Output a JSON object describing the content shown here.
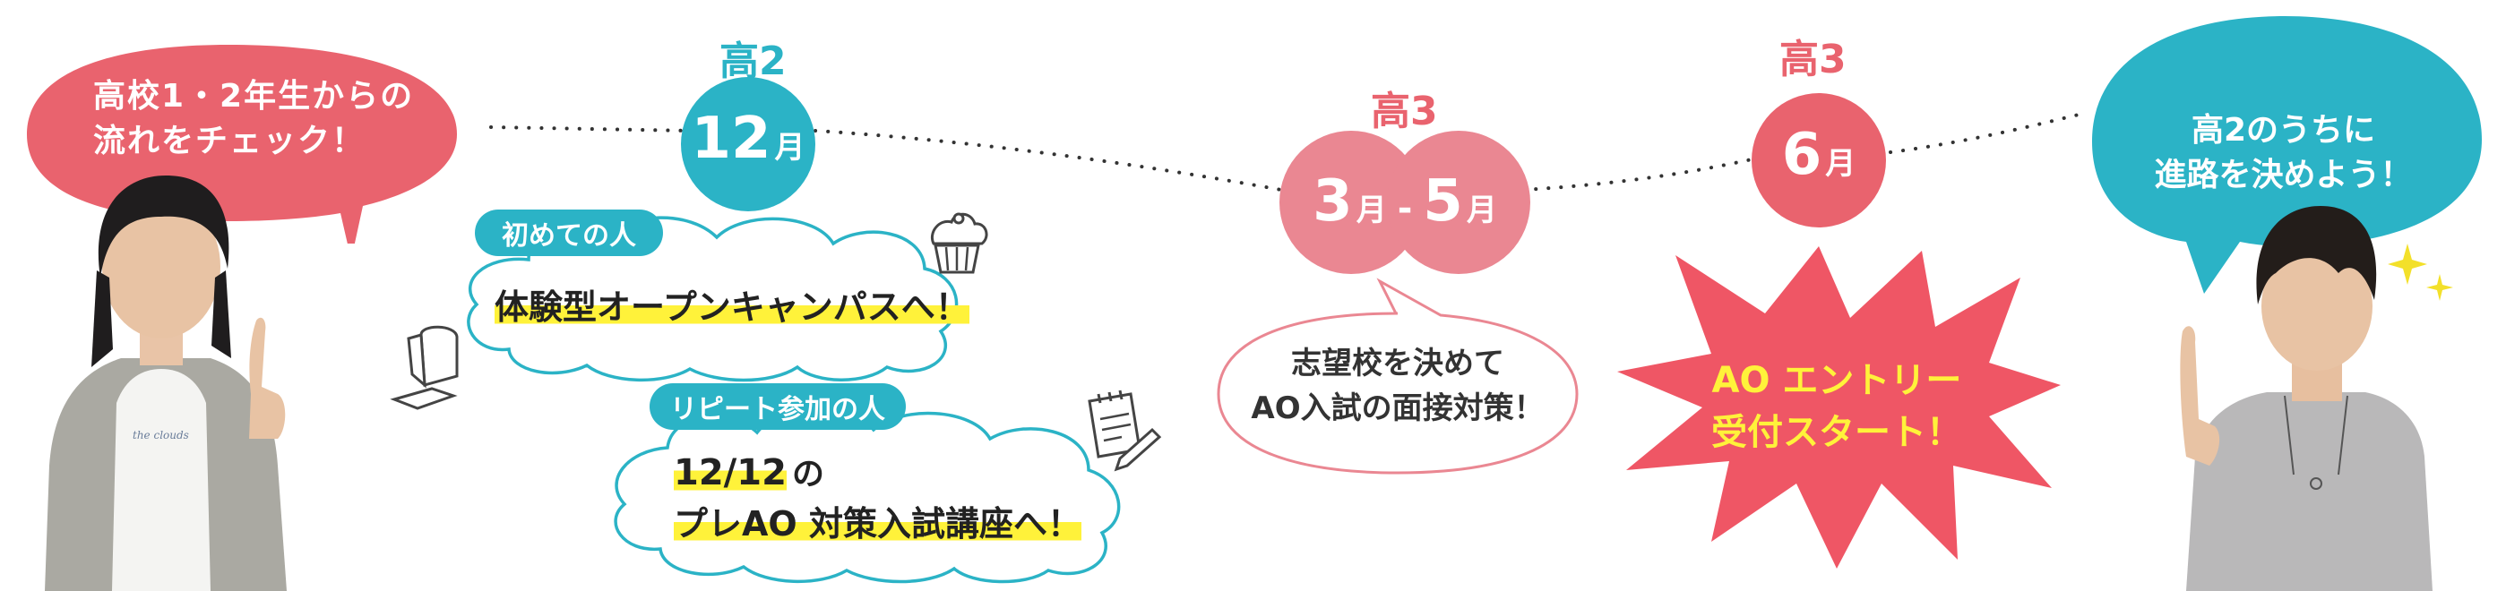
{
  "left_bubble": {
    "line1": "高校1・2年生からの",
    "line2": "流れをチェック！"
  },
  "right_bubble": {
    "line1": "高2のうちに",
    "line2": "進路を決めよう！"
  },
  "milestones": [
    {
      "grade": "高2",
      "month": "12",
      "unit": "月"
    },
    {
      "grade": "高3",
      "month_start": "3",
      "month_end": "5",
      "unit": "月",
      "dash": "-"
    },
    {
      "grade": "高3",
      "month": "6",
      "unit": "月"
    }
  ],
  "first_time": {
    "tag": "初めての人",
    "text": "体験型オープンキャンパスへ！"
  },
  "repeat": {
    "tag": "リピート参加の人",
    "date": "12/12",
    "date_suffix": "の",
    "text": "プレAO 対策入試講座へ！"
  },
  "mid_bubble": {
    "line1": "志望校を決めて",
    "line2": "AO入試の面接対策！"
  },
  "burst": {
    "line1": "AO エントリー",
    "line2": "受付スタート！"
  },
  "colors": {
    "teal": "#2bb3c6",
    "pink": "#e9636e",
    "pink_light": "#ea8792",
    "burst": "#ef5665",
    "highlight": "#fff23a"
  },
  "icons": [
    "cupcake-icon",
    "toast-icon",
    "notepad-pen-icon",
    "sparkle-icon"
  ]
}
